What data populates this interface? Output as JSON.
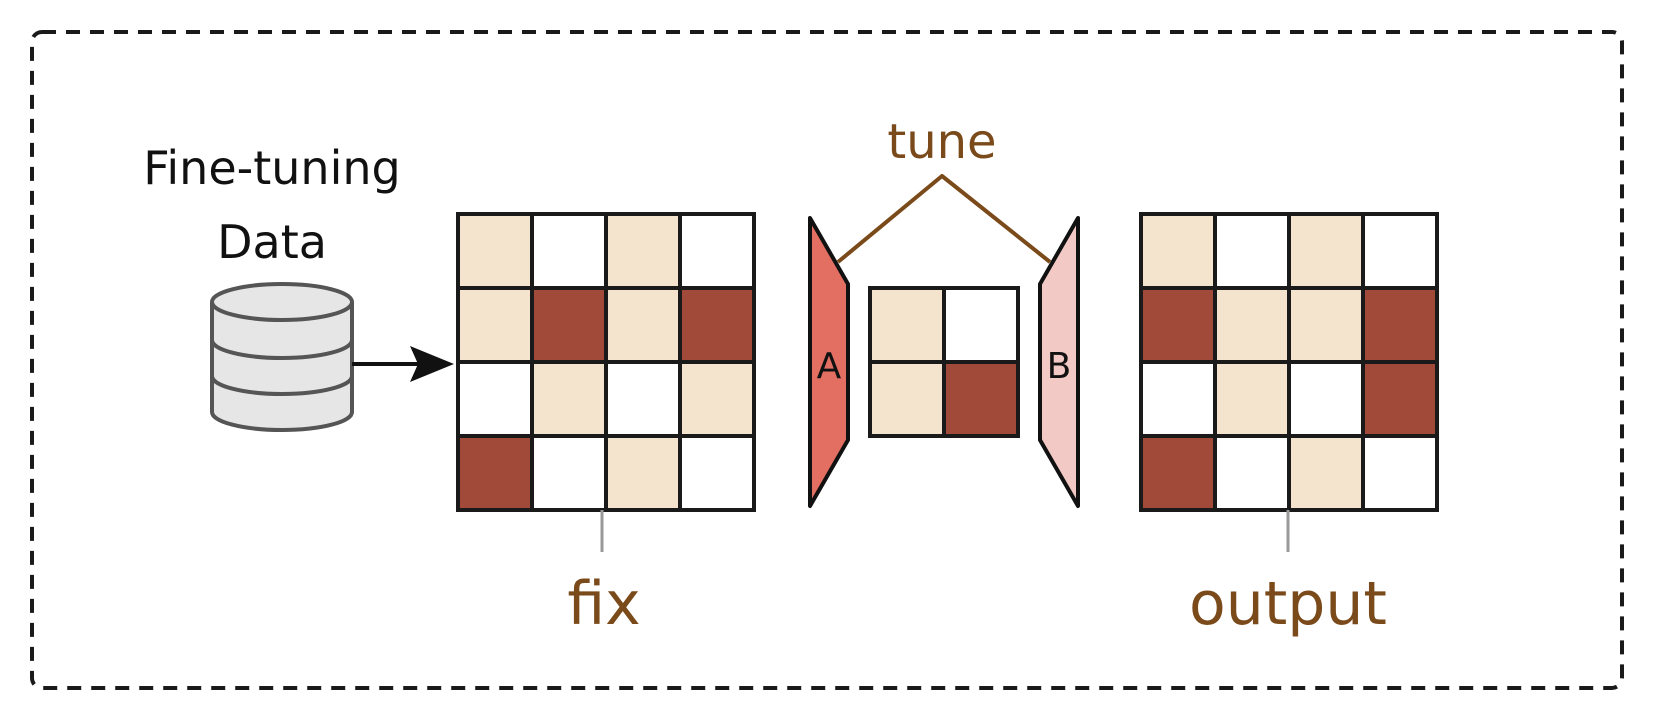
{
  "labels": {
    "data_line1": "Fine-tuning",
    "data_line2": "Data",
    "tune": "tune",
    "fix": "fix",
    "output": "output",
    "adapter_a": "A",
    "adapter_b": "B"
  },
  "colors": {
    "frame": "#1a1a1a",
    "cell_empty": "#ffffff",
    "cell_light": "#f5e4cd",
    "cell_dark": "#a24a3a",
    "adapter_a": "#e26f62",
    "adapter_b": "#f2c9c4",
    "brown_text": "#7a4a1a",
    "brown_line": "#7a4a1a",
    "db_fill": "#e6e6e6",
    "db_stroke": "#555555",
    "pointer": "#999999"
  },
  "matrices": {
    "fixed": [
      [
        "light",
        "empty",
        "light",
        "empty"
      ],
      [
        "light",
        "dark",
        "light",
        "dark"
      ],
      [
        "empty",
        "light",
        "empty",
        "light"
      ],
      [
        "dark",
        "empty",
        "light",
        "empty"
      ]
    ],
    "small": [
      [
        "light",
        "empty"
      ],
      [
        "light",
        "dark"
      ]
    ],
    "output": [
      [
        "light",
        "empty",
        "light",
        "empty"
      ],
      [
        "dark",
        "light",
        "light",
        "dark"
      ],
      [
        "empty",
        "light",
        "empty",
        "dark"
      ],
      [
        "dark",
        "empty",
        "light",
        "empty"
      ]
    ]
  }
}
